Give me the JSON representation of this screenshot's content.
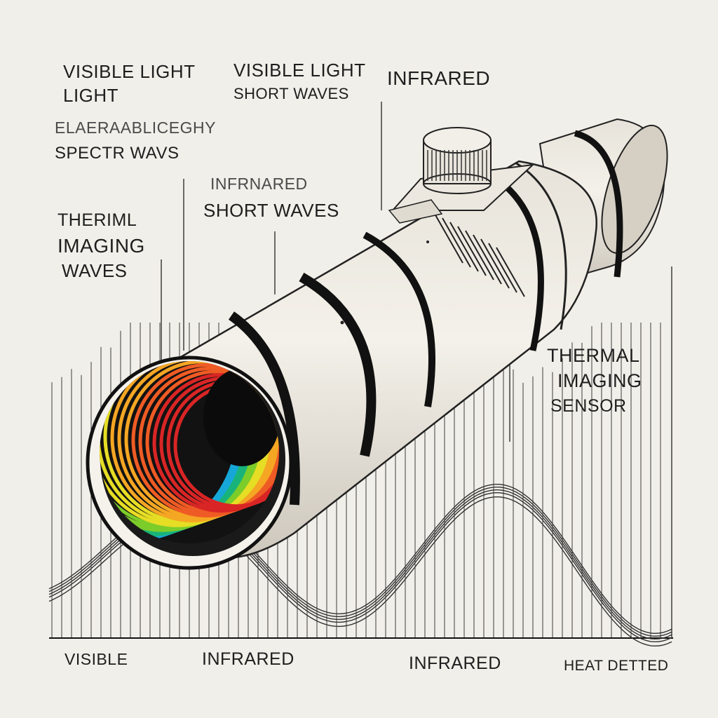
{
  "labels": {
    "top_left_1": "VISIBLE LIGHT",
    "top_left_2": "LIGHT",
    "top_middle_1": "VISIBLE LIGHT",
    "top_middle_2": "SHORT WAVES",
    "top_right": "INFRARED",
    "faint_top_right": "",
    "garbled_1": "ELAERAABLICEGHY",
    "garbled_2": "SPECTR WAVS",
    "middle_1": "INFRNARED",
    "middle_2": "SHORT WAVES",
    "thermal_left_1": "THERIML",
    "thermal_left_2": "IMAGING",
    "thermal_left_3": "WAVES",
    "sensor_1": "THERMAL",
    "sensor_2": "IMAGING",
    "sensor_3": "SENSOR",
    "bottom_1": "VISIBLE",
    "bottom_2": "INFRARED",
    "bottom_3": "INFRARED",
    "bottom_4": "HEAT DETTED"
  },
  "colors": {
    "paper": "#f1efe9",
    "ink": "#1c1c1c",
    "lens_spectrum": [
      "#16a7d8",
      "#18b37a",
      "#7ccc2a",
      "#e6dd25",
      "#f5a623",
      "#ef5b24",
      "#d92525"
    ]
  },
  "icons": [
    "telescope-scope",
    "lens-spectrum",
    "wave-graph"
  ]
}
